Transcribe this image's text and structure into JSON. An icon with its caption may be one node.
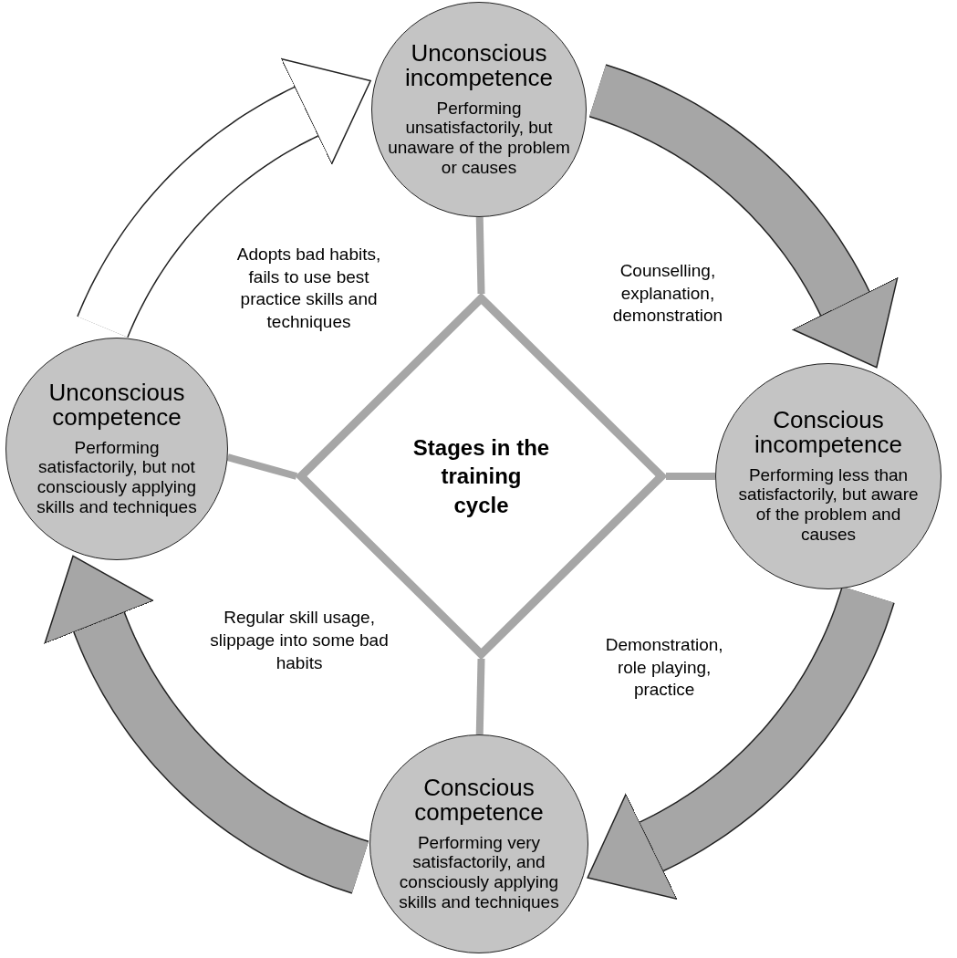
{
  "diagram": {
    "nodes": [
      {
        "text": [
          "Unconscious incompetence",
          "Performing unsatisfactorily, but unaware of the problem or causes"
        ]
      },
      {
        "text": [
          "Unconscious competence",
          "Performing satisfactorily, but not consciously applying skills and techniques"
        ]
      },
      {
        "text": [
          "Stages in the training cycle"
        ]
      },
      {
        "text": [
          "Conscious incompetence",
          "Performing less than satisfactorily, but aware of the problem and causes"
        ]
      },
      {
        "text": [
          "Conscious competence",
          "Performing very satisfactorily, and consciously applying skills and techniques"
        ]
      }
    ],
    "edges": [
      {
        "from": 0,
        "to": 3,
        "arrow": "to",
        "style": "thick",
        "label": "Counselling, explanation, demonstration"
      },
      {
        "from": 3,
        "to": 4,
        "arrow": "to",
        "style": "thick",
        "label": "Demonstration, role playing, practice"
      },
      {
        "from": 4,
        "to": 1,
        "arrow": "to",
        "style": "thick",
        "label": "Regular skill usage, slippage into some bad habits"
      },
      {
        "from": 1,
        "to": 0,
        "arrow": "to",
        "style": "thick",
        "color": "#ffffff",
        "label": "Adopts bad habits, fails to use best practice skills and techniques"
      },
      {
        "from": 2,
        "to": 0,
        "arrow": "none"
      },
      {
        "from": 2,
        "to": 1,
        "arrow": "none"
      },
      {
        "from": 2,
        "to": 3,
        "arrow": "none"
      },
      {
        "from": 2,
        "to": 4,
        "arrow": "none"
      }
    ]
  }
}
